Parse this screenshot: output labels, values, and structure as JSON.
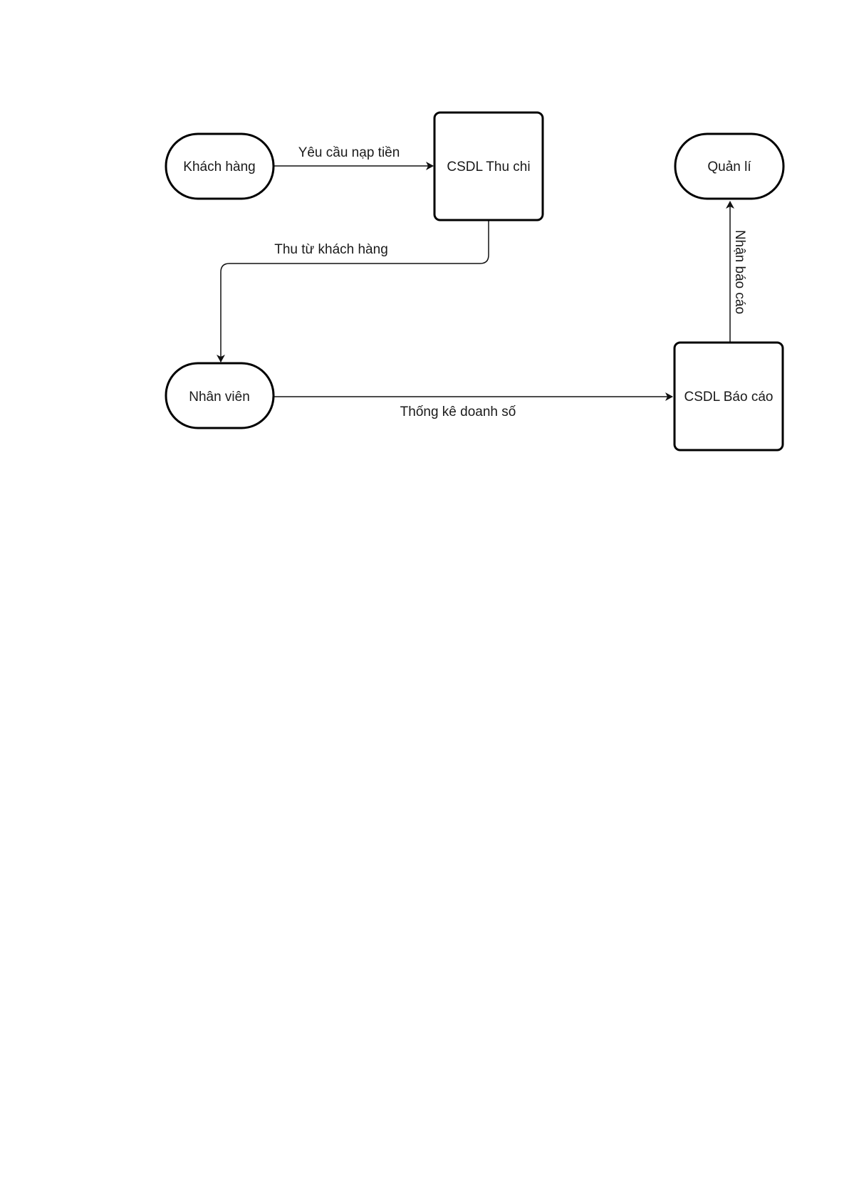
{
  "diagram": {
    "nodes": [
      {
        "id": "khach-hang",
        "label": "Khách hàng",
        "shape": "terminal"
      },
      {
        "id": "csdl-thu-chi",
        "label": "CSDL Thu chi",
        "shape": "datastore"
      },
      {
        "id": "quan-li",
        "label": "Quản lí",
        "shape": "terminal"
      },
      {
        "id": "nhan-vien",
        "label": "Nhân viên",
        "shape": "terminal"
      },
      {
        "id": "csdl-bao-cao",
        "label": "CSDL Báo cáo",
        "shape": "datastore"
      }
    ],
    "edges": [
      {
        "from": "khach-hang",
        "to": "csdl-thu-chi",
        "label": "Yêu cầu nạp tiền"
      },
      {
        "from": "csdl-thu-chi",
        "to": "nhan-vien",
        "label": "Thu từ khách hàng"
      },
      {
        "from": "nhan-vien",
        "to": "csdl-bao-cao",
        "label": "Thống kê doanh số"
      },
      {
        "from": "csdl-bao-cao",
        "to": "quan-li",
        "label": "Nhận báo cáo"
      }
    ]
  }
}
